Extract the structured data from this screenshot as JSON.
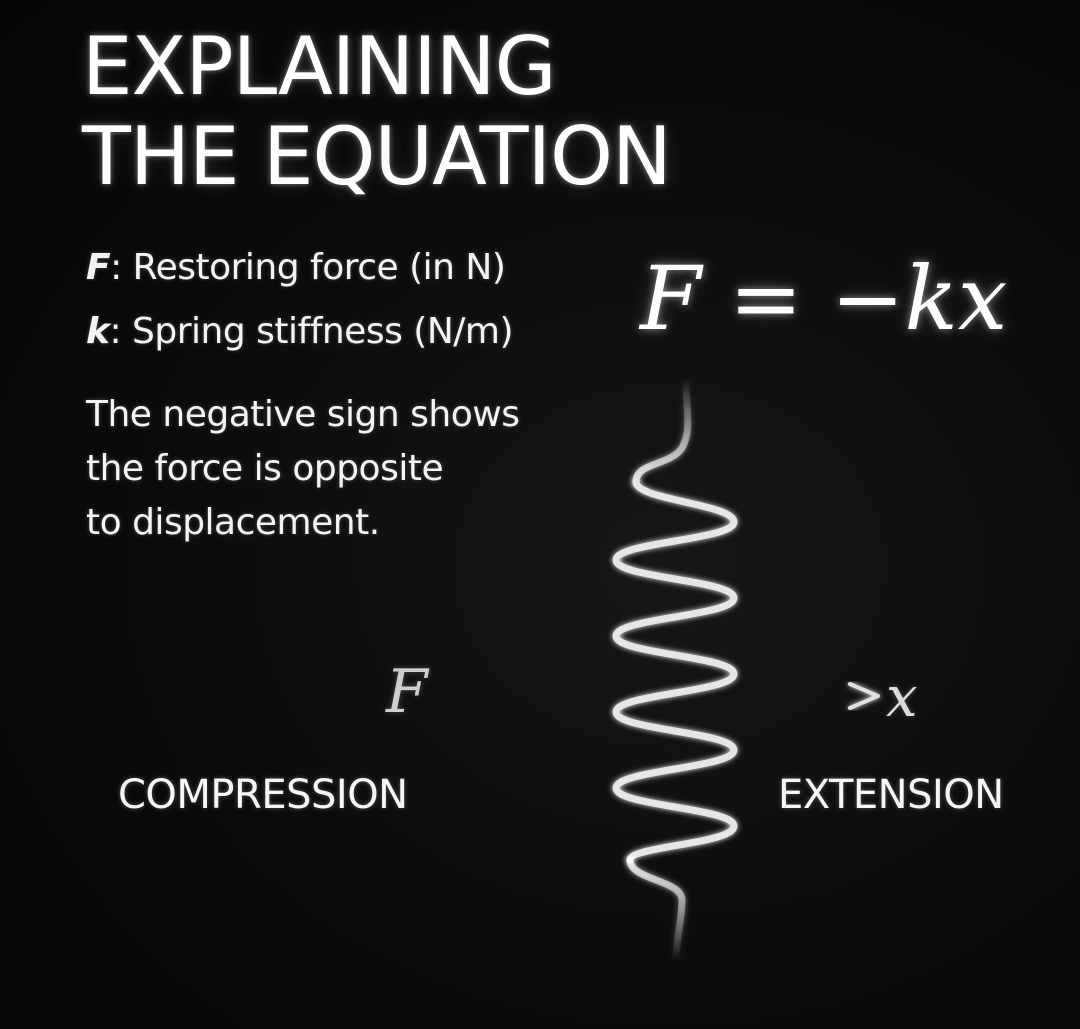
{
  "title": {
    "line1": "EXPLAINING",
    "line2": "THE EQUATION"
  },
  "definitions": [
    {
      "symbol": "F",
      "text": ": Restoring force (in N)"
    },
    {
      "symbol": "k",
      "text": ": Spring stiffness (N/m)"
    }
  ],
  "note": {
    "line1": "The negative sign shows",
    "line2": "the force is opposite",
    "line3": "to displacement."
  },
  "equation": "F = −kx",
  "diagram": {
    "force_label": "F",
    "displacement_label": "x",
    "compression_label": "COMPRESSION",
    "extension_label": "EXTENSION",
    "spring_color": "#e8e8e8",
    "background_color": "#0b0b0b"
  }
}
